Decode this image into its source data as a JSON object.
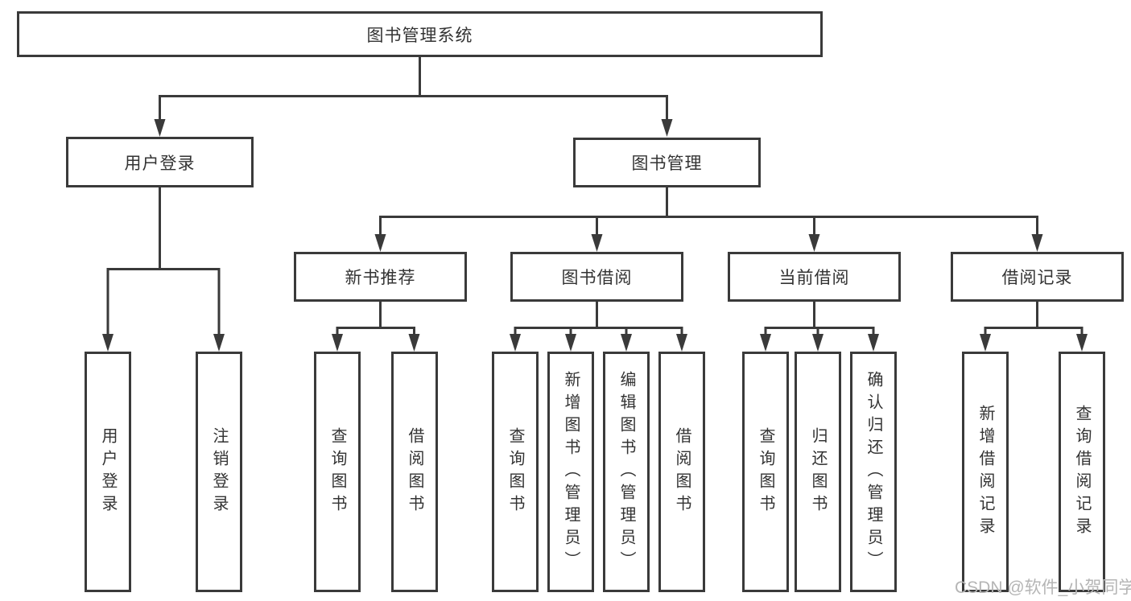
{
  "diagram": {
    "root": {
      "label": "图书管理系统",
      "children": [
        {
          "label": "用户登录",
          "children": [
            {
              "label": "用户登录"
            },
            {
              "label": "注销登录"
            }
          ]
        },
        {
          "label": "图书管理",
          "children": [
            {
              "label": "新书推荐",
              "children": [
                {
                  "label": "查询图书"
                },
                {
                  "label": "借阅图书"
                }
              ]
            },
            {
              "label": "图书借阅",
              "children": [
                {
                  "label": "查询图书"
                },
                {
                  "label": "新增图书（管理员）"
                },
                {
                  "label": "编辑图书（管理员）"
                },
                {
                  "label": "借阅图书"
                }
              ]
            },
            {
              "label": "当前借阅",
              "children": [
                {
                  "label": "查询图书"
                },
                {
                  "label": "归还图书"
                },
                {
                  "label": "确认归还（管理员）"
                }
              ]
            },
            {
              "label": "借阅记录",
              "children": [
                {
                  "label": "新增借阅记录"
                },
                {
                  "label": "查询借阅记录"
                }
              ]
            }
          ]
        }
      ]
    }
  },
  "watermark": {
    "text": "CSDN @软件_小贺同学"
  },
  "colors": {
    "line": "#3a3a3a",
    "label_text": "#333333",
    "watermark_text": "#b5b5b5",
    "background": "#ffffff"
  }
}
